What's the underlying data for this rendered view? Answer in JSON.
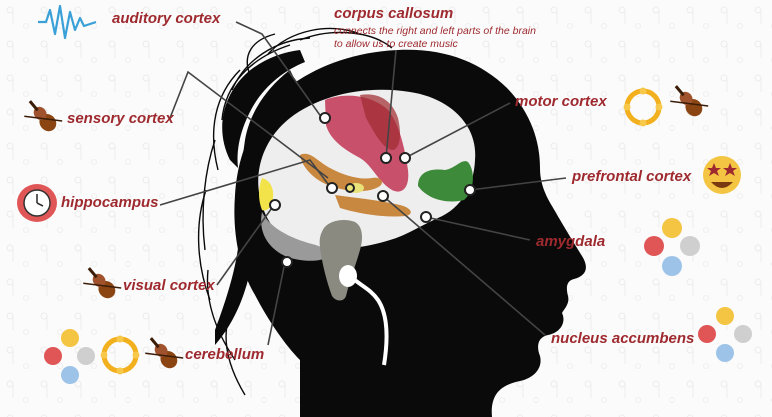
{
  "labels": {
    "auditory_cortex": "auditory cortex",
    "corpus_callosum": "corpus callosum",
    "corpus_callosum_note_1": "connects the right and left parts of the brain",
    "corpus_callosum_note_2": "to allow us to create music",
    "motor_cortex": "motor cortex",
    "sensory_cortex": "sensory cortex",
    "prefrontal_cortex": "prefrontal cortex",
    "hippocampus": "hippocampus",
    "amygdala": "amygdala",
    "visual_cortex": "visual cortex",
    "cerebellum": "cerebellum",
    "nucleus_accumbens": "nucleus accumbens"
  },
  "colors": {
    "label_text": "#9e2a2f",
    "silhouette": "#0a0a0a",
    "brain_base": "#eeeeee",
    "corpus_callosum_region": "#c8506a",
    "motor_region": "#9e2a2f",
    "prefrontal_region": "#3d8a3a",
    "hippocampus_region": "#c98840",
    "visual_region": "#f2e34a",
    "cerebellum_region": "#9a9a9a",
    "brainstem_region": "#8a8a80",
    "emoji_yellow": "#f4c542",
    "emoji_red": "#e05656",
    "emoji_grey": "#cfcfcf",
    "emoji_blue": "#9dc4e8",
    "violin": "#8b4513",
    "tambourine": "#f2b01e",
    "sound_wave": "#3aa0d8"
  },
  "icons": [
    "sound-wave-icon",
    "violin-icon",
    "tambourine-icon",
    "star-eyes-emoji-icon",
    "emotion-faces-icon",
    "brain-clock-icon"
  ]
}
